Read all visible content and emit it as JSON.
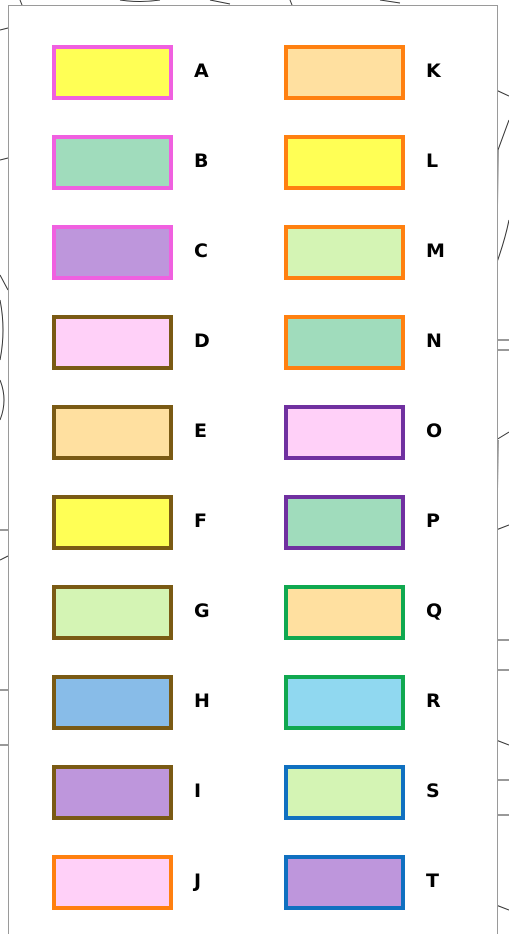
{
  "legend": {
    "left_column": [
      {
        "label": "A",
        "fill": "#ffff55",
        "border": "#f060e0"
      },
      {
        "label": "B",
        "fill": "#a0dcbc",
        "border": "#f060e0"
      },
      {
        "label": "C",
        "fill": "#be96dc",
        "border": "#f060e0"
      },
      {
        "label": "D",
        "fill": "#ffd0f8",
        "border": "#7a5a14"
      },
      {
        "label": "E",
        "fill": "#ffe0a0",
        "border": "#7a5a14"
      },
      {
        "label": "F",
        "fill": "#ffff55",
        "border": "#7a5a14"
      },
      {
        "label": "G",
        "fill": "#d4f4b4",
        "border": "#7a5a14"
      },
      {
        "label": "H",
        "fill": "#88bce8",
        "border": "#7a5a14"
      },
      {
        "label": "I",
        "fill": "#be96dc",
        "border": "#7a5a14"
      },
      {
        "label": "J",
        "fill": "#ffd0f8",
        "border": "#ff8010"
      }
    ],
    "right_column": [
      {
        "label": "K",
        "fill": "#ffe0a0",
        "border": "#ff8010"
      },
      {
        "label": "L",
        "fill": "#ffff55",
        "border": "#ff8010"
      },
      {
        "label": "M",
        "fill": "#d4f4b4",
        "border": "#ff8010"
      },
      {
        "label": "N",
        "fill": "#a0dcbc",
        "border": "#ff8010"
      },
      {
        "label": "O",
        "fill": "#ffd0f8",
        "border": "#7030a0"
      },
      {
        "label": "P",
        "fill": "#a0dcbc",
        "border": "#7030a0"
      },
      {
        "label": "Q",
        "fill": "#ffe0a0",
        "border": "#10a850"
      },
      {
        "label": "R",
        "fill": "#90d8f0",
        "border": "#10a850"
      },
      {
        "label": "S",
        "fill": "#d4f4b4",
        "border": "#1070c0"
      },
      {
        "label": "T",
        "fill": "#be96dc",
        "border": "#1070c0"
      }
    ]
  }
}
